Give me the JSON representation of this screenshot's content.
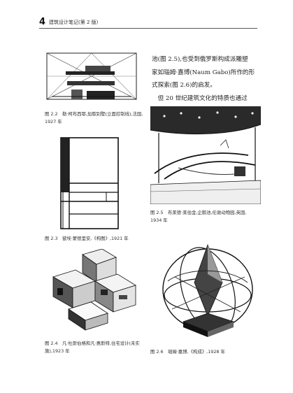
{
  "header": {
    "page_number": "4",
    "running_title": "建筑设计笔记(第 2 版)"
  },
  "body_text": {
    "lines": [
      "池(图 2.5),也受到俄罗斯构成派雕塑",
      "家如瑙姆·嘉博(Naum Gabo)所作的形",
      "式探索(图 2.6)的启发。",
      "　但 20 世纪建筑文化的特质也通过"
    ]
  },
  "figures": {
    "fig_2_2": {
      "caption_line1": "图 2.2　勒·柯布西耶,加歇别墅(立面控制线),法国,",
      "caption_line2": "1927 年"
    },
    "fig_2_3": {
      "caption_line1": "图 2.3　彼埃·蒙德里安,《构图》,1921 年"
    },
    "fig_2_4": {
      "caption_line1": "图 2.4　凡·杜斯伯格和凡·惠斯特,住宅设计(未实",
      "caption_line2": "施),1923 年"
    },
    "fig_2_5": {
      "caption_line1": "图 2.5　布莱德·莱伯金,企鹅池,伦敦动物园,英国,",
      "caption_line2": "1934 年"
    },
    "fig_2_6": {
      "caption_line1": "图 2.6　瑙姆·嘉博,《构成》,1928 年"
    }
  }
}
